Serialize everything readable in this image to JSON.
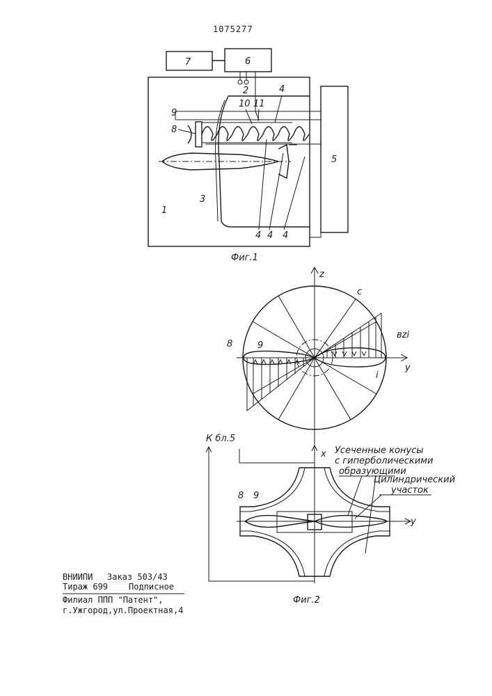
{
  "patent_number": "1075277",
  "figure1": {
    "caption": "Фиг.1",
    "labels": {
      "l1": "1",
      "l2": "2",
      "l3": "3",
      "l4a": "4",
      "l4b": "4",
      "l4c": "4",
      "l4d": "4",
      "l5": "5",
      "l6": "6",
      "l7": "7",
      "l8": "8",
      "l9": "9",
      "l10": "10",
      "l11": "11"
    }
  },
  "figure_c": {
    "labels": {
      "z": "z",
      "c": "c",
      "y": "y",
      "bzi": "вzi",
      "i": "i",
      "l8": "8",
      "l9": "9"
    }
  },
  "figure2": {
    "caption": "Фиг.2",
    "to_block": "К бл.5",
    "x_axis": "x",
    "y_axis": "y",
    "l8": "8",
    "l9": "9",
    "annotation_cones_line1": "Усеченные конусы",
    "annotation_cones_line2": "с гиперболическими",
    "annotation_cones_line3": "образующими",
    "annotation_cyl_line1": "Цилиндрический",
    "annotation_cyl_line2": "участок"
  },
  "imprint": {
    "line1_org": "ВНИИПИ",
    "line1_order": "Заказ 503/43",
    "line2_run": "Тираж 699",
    "line2_sub": "Подписное",
    "line3": "Филиал ППП \"Патент\",",
    "line4": "г.Ужгород,ул.Проектная,4"
  }
}
